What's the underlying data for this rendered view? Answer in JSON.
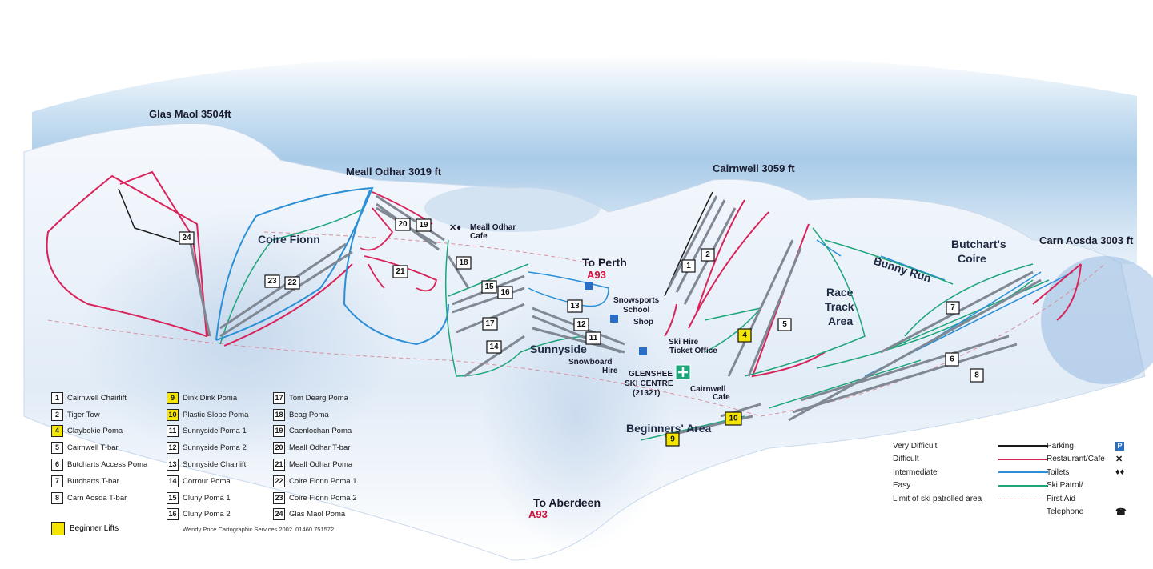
{
  "peaks": {
    "glas_maol": "Glas Maol 3504ft",
    "meall_odhar": "Meall Odhar 3019 ft",
    "cairnwell": "Cairnwell 3059 ft",
    "carn_aosda": "Carn Aosda 3003 ft"
  },
  "areas": {
    "coire_fionn": "Coire Fionn",
    "sunnyside": "Sunnyside",
    "bunny_run": "Bunny Run",
    "race_track_1": "Race",
    "race_track_2": "Track",
    "race_track_3": "Area",
    "butcharts_1": "Butchart's",
    "butcharts_2": "Coire",
    "beginners": "Beginners' Area"
  },
  "facilities": {
    "meall_odhar_cafe_1": "Meall Odhar",
    "meall_odhar_cafe_2": "Cafe",
    "snowsports_1": "Snowsports",
    "snowsports_2": "School",
    "shop": "Shop",
    "ski_hire": "Ski Hire",
    "ticket_office": "Ticket Office",
    "snowboard_1": "Snowboard",
    "snowboard_2": "Hire",
    "centre_1": "GLENSHEE",
    "centre_2": "SKI CENTRE",
    "centre_3": "(21321)",
    "cairnwell_cafe_1": "Cairnwell",
    "cairnwell_cafe_2": "Cafe"
  },
  "roads": {
    "perth": "To Perth",
    "perth_road": "A93",
    "aberdeen": "To Aberdeen",
    "aberdeen_road": "A93"
  },
  "map_lift_labels": {
    "l1": "1",
    "l2": "2",
    "l4": "4",
    "l5": "5",
    "l7": "7",
    "l6": "6",
    "l8": "8",
    "l9": "9",
    "l10": "10",
    "l11": "11",
    "l12": "12",
    "l13": "13",
    "l14": "14",
    "l15": "15",
    "l16": "16",
    "l17": "17",
    "l18": "18",
    "l19": "19",
    "l20": "20",
    "l21": "21",
    "l22": "22",
    "l23": "23",
    "l24": "24"
  },
  "lift_legend": {
    "col1": [
      {
        "num": "1",
        "name": "Cairnwell Chairlift",
        "beginner": false
      },
      {
        "num": "2",
        "name": "Tiger Tow",
        "beginner": false
      },
      {
        "num": "4",
        "name": "Claybokie Poma",
        "beginner": true
      },
      {
        "num": "5",
        "name": "Cairnwell T-bar",
        "beginner": false
      },
      {
        "num": "6",
        "name": "Butcharts Access Poma",
        "beginner": false
      },
      {
        "num": "7",
        "name": "Butcharts T-bar",
        "beginner": false
      },
      {
        "num": "8",
        "name": "Carn Aosda T-bar",
        "beginner": false
      }
    ],
    "col2": [
      {
        "num": "9",
        "name": "Dink Dink Poma",
        "beginner": true
      },
      {
        "num": "10",
        "name": "Plastic Slope Poma",
        "beginner": true
      },
      {
        "num": "11",
        "name": "Sunnyside Poma 1",
        "beginner": false
      },
      {
        "num": "12",
        "name": "Sunnyside Poma 2",
        "beginner": false
      },
      {
        "num": "13",
        "name": "Sunnyside Chairlift",
        "beginner": false
      },
      {
        "num": "14",
        "name": "Corrour Poma",
        "beginner": false
      },
      {
        "num": "15",
        "name": "Cluny Poma 1",
        "beginner": false
      },
      {
        "num": "16",
        "name": "Cluny Poma 2",
        "beginner": false
      }
    ],
    "col3": [
      {
        "num": "17",
        "name": "Tom Dearg Poma",
        "beginner": false
      },
      {
        "num": "18",
        "name": "Beag Poma",
        "beginner": false
      },
      {
        "num": "19",
        "name": "Caenlochan Poma",
        "beginner": false
      },
      {
        "num": "20",
        "name": "Meall Odhar T-bar",
        "beginner": false
      },
      {
        "num": "21",
        "name": "Meall Odhar Poma",
        "beginner": false
      },
      {
        "num": "22",
        "name": "Coire Fionn Poma 1",
        "beginner": false
      },
      {
        "num": "23",
        "name": "Coire Fionn Poma 2",
        "beginner": false
      },
      {
        "num": "24",
        "name": "Glas Maol Poma",
        "beginner": false
      }
    ]
  },
  "beginner_key": "Beginner Lifts",
  "credit": "Wendy Price Cartographic Services 2002. 01460 751572.",
  "run_legend": [
    {
      "label": "Very Difficult",
      "color": "#1a1a1a",
      "facility": "Parking",
      "icon": "parking-icon"
    },
    {
      "label": "Difficult",
      "color": "#d8245a",
      "facility": "Restaurant/Cafe",
      "icon": "cutlery-icon"
    },
    {
      "label": "Intermediate",
      "color": "#2a8fd6",
      "facility": "Toilets",
      "icon": "toilets-icon"
    },
    {
      "label": "Easy",
      "color": "#1fa57a",
      "facility": "Ski Patrol/",
      "icon": ""
    },
    {
      "label": "Limit of ski patrolled area",
      "color": "#d98f9b",
      "facility": "First Aid",
      "icon": "first-aid-icon"
    },
    {
      "label": "",
      "color": "",
      "facility": "Telephone",
      "icon": "telephone-icon"
    }
  ]
}
